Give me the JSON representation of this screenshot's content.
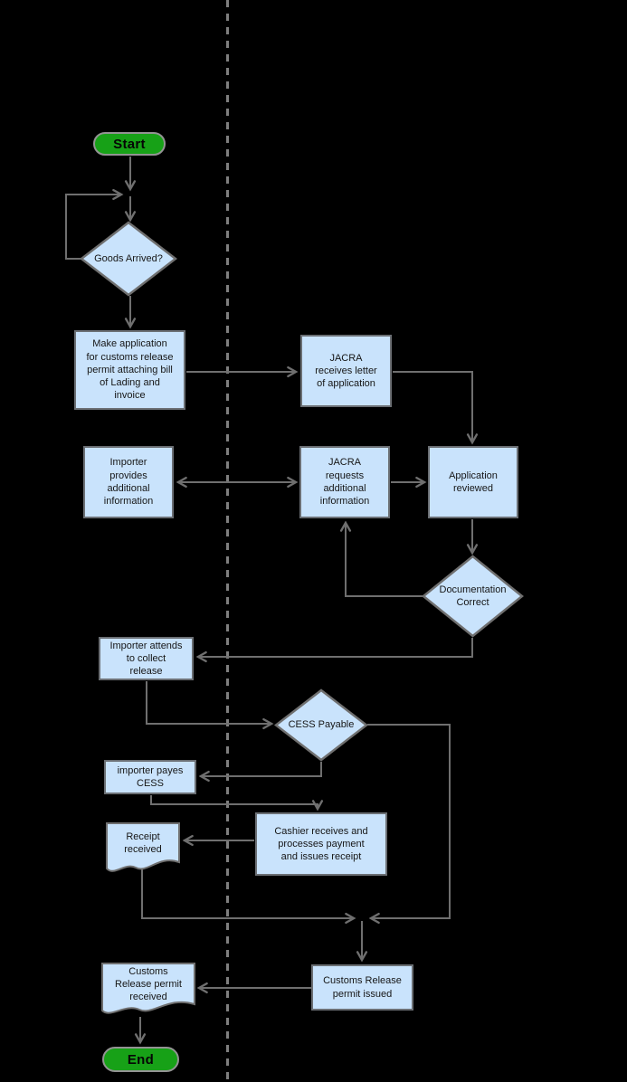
{
  "flowchart": {
    "description": "Customs release permit application process flowchart with two swimlanes separated by a dashed divider",
    "colors": {
      "background": "#000000",
      "node_fill": "#c9e3fc",
      "node_border": "#6b6f74",
      "terminator_fill": "#17a117",
      "terminator_border": "#939393",
      "connector": "#6f6f6f",
      "lane_divider": "#7f7f7f"
    },
    "nodes": {
      "start": {
        "type": "terminator",
        "label": "Start"
      },
      "goods_arrived": {
        "type": "decision",
        "label": "Goods Arrived?"
      },
      "make_application": {
        "type": "process",
        "label": "Make application\nfor customs release\npermit  attaching bill\nof Lading and\ninvoice"
      },
      "jacra_receives": {
        "type": "process",
        "label": "JACRA\nreceives letter\nof application"
      },
      "importer_provides": {
        "type": "process",
        "label": "Importer\nprovides\nadditional\ninformation"
      },
      "jacra_requests": {
        "type": "process",
        "label": "JACRA\nrequests\nadditional\ninformation"
      },
      "application_reviewed": {
        "type": "process",
        "label": "Application\nreviewed"
      },
      "documentation_correct": {
        "type": "decision",
        "label": "Documentation\nCorrect"
      },
      "importer_attends": {
        "type": "process",
        "label": "Importer attends\nto collect\nrelease"
      },
      "cess_payable": {
        "type": "decision",
        "label": "CESS Payable"
      },
      "importer_payes": {
        "type": "process",
        "label": "importer payes\nCESS"
      },
      "cashier": {
        "type": "process",
        "label": "Cashier receives and\nprocesses payment\nand issues receipt"
      },
      "receipt_received": {
        "type": "document",
        "label": "Receipt\nreceived"
      },
      "permit_issued": {
        "type": "process",
        "label": "Customs Release\npermit issued"
      },
      "permit_received": {
        "type": "document",
        "label": "Customs\nRelease permit\nreceived"
      },
      "end": {
        "type": "terminator",
        "label": "End"
      }
    },
    "edges": [
      {
        "from": "start",
        "to": "goods_arrived"
      },
      {
        "from": "goods_arrived",
        "to": "goods_arrived",
        "bidirectional": false
      },
      {
        "from": "goods_arrived",
        "to": "make_application"
      },
      {
        "from": "make_application",
        "to": "jacra_receives"
      },
      {
        "from": "jacra_receives",
        "to": "application_reviewed"
      },
      {
        "from": "application_reviewed",
        "to": "documentation_correct"
      },
      {
        "from": "documentation_correct",
        "to": "jacra_requests"
      },
      {
        "from": "jacra_requests",
        "to": "importer_provides",
        "bidirectional": true
      },
      {
        "from": "jacra_requests",
        "to": "application_reviewed"
      },
      {
        "from": "documentation_correct",
        "to": "importer_attends"
      },
      {
        "from": "importer_attends",
        "to": "cess_payable"
      },
      {
        "from": "cess_payable",
        "to": "importer_payes"
      },
      {
        "from": "cess_payable",
        "to": "permit_issued"
      },
      {
        "from": "importer_payes",
        "to": "cashier"
      },
      {
        "from": "cashier",
        "to": "receipt_received"
      },
      {
        "from": "receipt_received",
        "to": "permit_issued"
      },
      {
        "from": "permit_issued",
        "to": "permit_received"
      },
      {
        "from": "permit_received",
        "to": "end"
      }
    ]
  }
}
